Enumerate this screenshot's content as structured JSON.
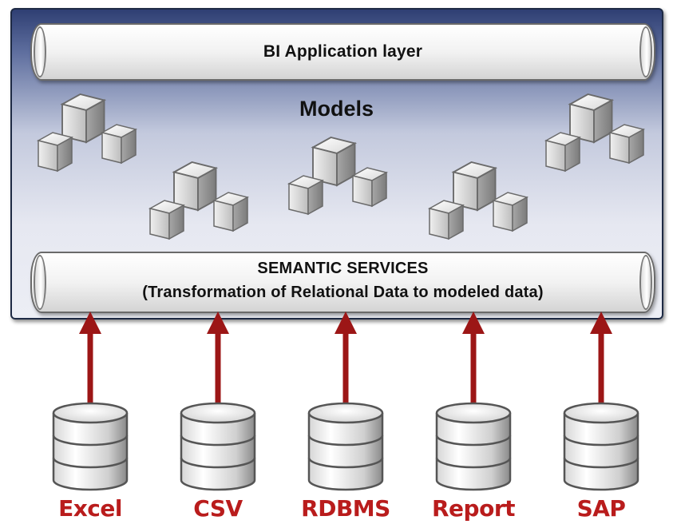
{
  "app_layer": {
    "label": "BI Application layer"
  },
  "models": {
    "title": "Models"
  },
  "semantic": {
    "line1": "SEMANTIC SERVICES",
    "line2": "(Transformation of Relational Data to modeled data)"
  },
  "sources": [
    {
      "label": "Excel"
    },
    {
      "label": "CSV"
    },
    {
      "label": "RDBMS"
    },
    {
      "label": "Report"
    },
    {
      "label": "SAP"
    }
  ],
  "colors": {
    "arrow": "#9c1616",
    "label": "#b91c1c",
    "cube_light": "#f4f4f4",
    "cube_mid": "#c9c9c9",
    "cube_dark": "#8f8f8f"
  },
  "icons": {
    "model": "cube-cluster-icon",
    "source": "database-icon"
  }
}
